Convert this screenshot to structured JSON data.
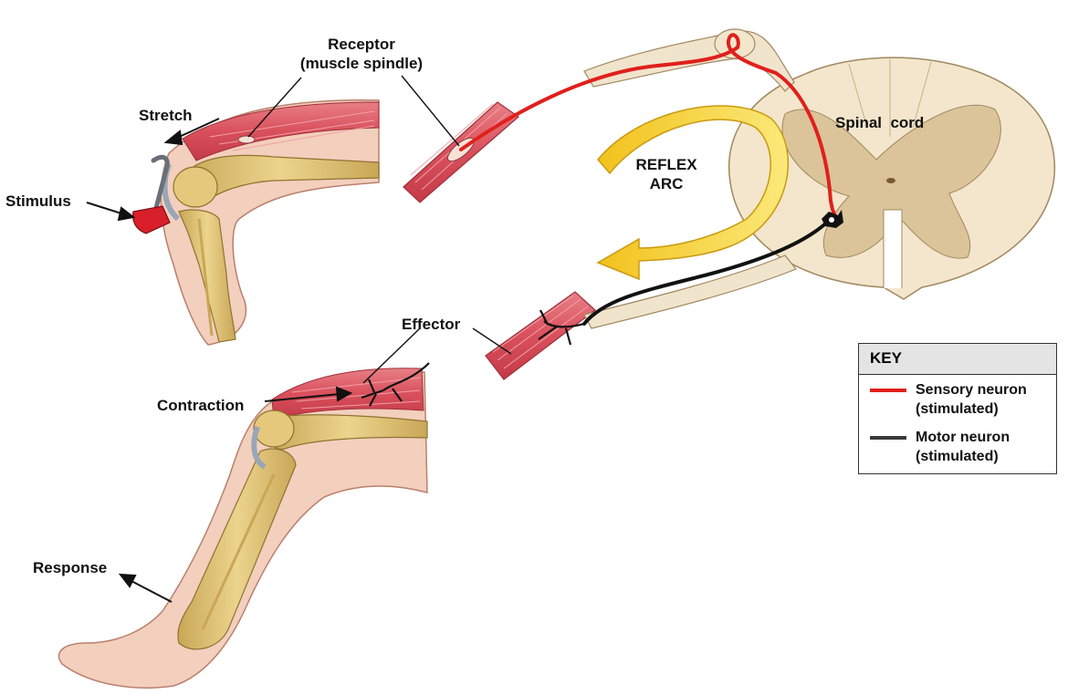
{
  "labels": {
    "receptor": [
      "Receptor",
      "(muscle spindle)"
    ],
    "stretch": "Stretch",
    "stimulus": "Stimulus",
    "reflex_arc": [
      "REFLEX",
      "ARC"
    ],
    "spinal_cord": "Spinal  cord",
    "effector": "Effector",
    "contraction": "Contraction",
    "response": "Response"
  },
  "key": {
    "title": "KEY",
    "items": [
      {
        "lines": [
          "Sensory neuron",
          "(stimulated)"
        ],
        "color": "#e0201c"
      },
      {
        "lines": [
          "Motor neuron",
          "(stimulated)"
        ],
        "color": "#3a3a3a"
      }
    ]
  },
  "colors": {
    "muscle": "#d9505c",
    "skin": "#f3cfbd",
    "bone": "#e2c57a",
    "cord_white": "#f3e6cc",
    "cord_gray": "#dcc49a",
    "arc_arrow": "#f7dc3a",
    "sensory": "#e0201c",
    "motor": "#111111"
  }
}
